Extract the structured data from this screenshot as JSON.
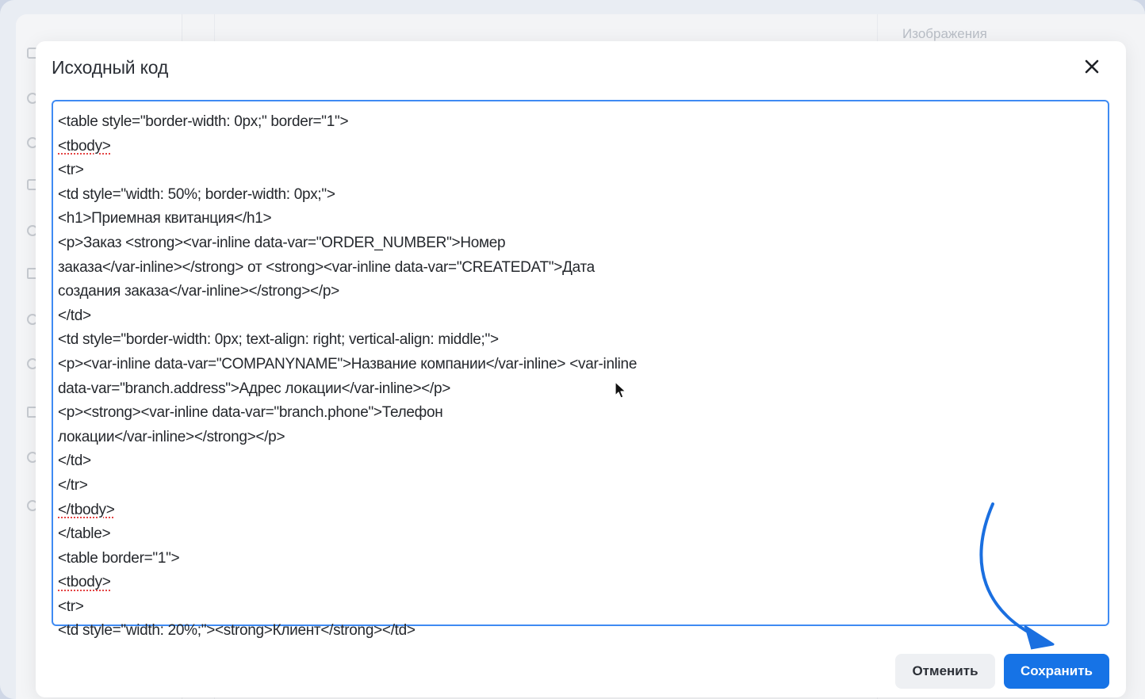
{
  "background": {
    "tab_label": "Изображения"
  },
  "modal": {
    "title": "Исходный код",
    "close_icon": "close-icon",
    "code_lines": [
      "<table style=\"border-width: 0px;\" border=\"1\">",
      "<tbody>",
      "<tr>",
      "<td style=\"width: 50%; border-width: 0px;\">",
      "<h1>Приемная квитанция</h1>",
      "<p>Заказ <strong><var-inline data-var=\"ORDER_NUMBER\">Номер",
      "заказа</var-inline></strong> от <strong><var-inline data-var=\"CREATEDAT\">Дата",
      "создания заказа</var-inline></strong></p>",
      "</td>",
      "<td style=\"border-width: 0px; text-align: right; vertical-align: middle;\">",
      "<p><var-inline data-var=\"COMPANYNAME\">Название компании</var-inline> <var-inline",
      "data-var=\"branch.address\">Адрес локации</var-inline></p>",
      "<p><strong><var-inline data-var=\"branch.phone\">Телефон",
      "локации</var-inline></strong></p>",
      "</td>",
      "</tr>",
      "</tbody>",
      "</table>",
      "<table border=\"1\">",
      "<tbody>",
      "<tr>",
      "<td style=\"width: 20%;\"><strong>Клиент</strong></td>"
    ],
    "cancel_label": "Отменить",
    "save_label": "Сохранить"
  },
  "colors": {
    "accent": "#1673e6",
    "editor_border": "#3f8bf3",
    "annotation": "#1a6fe0"
  }
}
